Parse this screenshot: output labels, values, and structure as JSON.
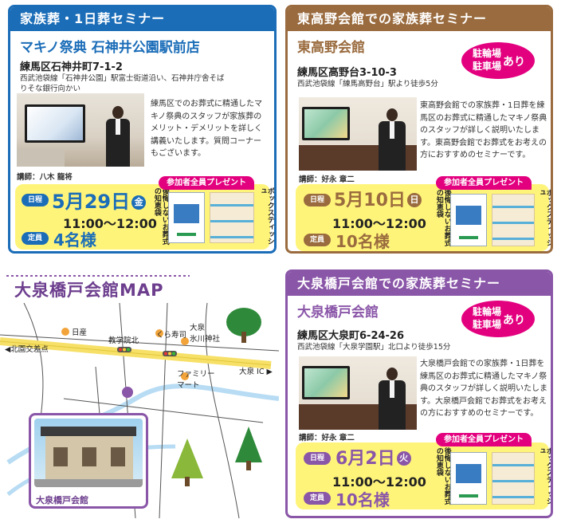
{
  "colors": {
    "blue": "#1b6db8",
    "brown": "#9a6b3e",
    "purple": "#8a56a8",
    "magenta": "#e3007f",
    "yellow": "#fff47a"
  },
  "card1": {
    "header": "家族葬・1日葬セミナー",
    "venue": "マキノ祭典 石神井公園駅前店",
    "address": "練馬区石神井町7-1-2",
    "access_line1": "西武池袋線「石神井公園」駅富士街道沿い、石神井庁舎そば",
    "access_line2": "りそな銀行向かい",
    "description": "練馬区でのお葬式に精通したマキノ祭典のスタッフが家族葬のメリット・デメリットを詳しく講義いたします。質問コーナーもございます。",
    "lecturer": "講師：八木 龍将",
    "present": "参加者全員プレゼント",
    "schedule_label": "日程",
    "date": "5月29日",
    "weekday": "金",
    "time": "11:00〜12:00",
    "capacity_label": "定員",
    "capacity": "4名様",
    "gift_label": "後悔しないお葬式の知恵袋",
    "tissue_label": "ボックスティッシュ"
  },
  "card2": {
    "header": "東高野会館での家族葬セミナー",
    "venue": "東高野会館",
    "address": "練馬区高野台3-10-3",
    "access": "西武池袋線「練馬高野台」駅より徒歩5分",
    "parking_left": "駐輪場\n駐車場",
    "parking_right": "あり",
    "description": "東高野会館での家族葬・1日葬を練馬区のお葬式に精通したマキノ祭典のスタッフが詳しく説明いたします。東高野会館でお葬式をお考えの方におすすめのセミナーです。",
    "lecturer": "講師：好永 章二",
    "present": "参加者全員プレゼント",
    "schedule_label": "日程",
    "date": "5月10日",
    "weekday": "日",
    "time": "11:00〜12:00",
    "capacity_label": "定員",
    "capacity": "10名様",
    "gift_label": "後悔しないお葬式の知恵袋",
    "tissue_label": "ボックスティッシュ"
  },
  "card3": {
    "header": "大泉橋戸会館での家族葬セミナー",
    "venue": "大泉橋戸会館",
    "address": "練馬区大泉町6-24-26",
    "access": "西武池袋線「大泉学園駅」北口より徒歩15分",
    "parking_left": "駐輪場\n駐車場",
    "parking_right": "あり",
    "description": "大泉橋戸会館での家族葬・1日葬を練馬区のお葬式に精通したマキノ祭典のスタッフが詳しく説明いたします。大泉橋戸会館でお葬式をお考えの方におすすめのセミナーです。",
    "lecturer": "講師：好永 章二",
    "present": "参加者全員プレゼント",
    "schedule_label": "日程",
    "date": "6月2日",
    "weekday": "火",
    "time": "11:00〜12:00",
    "capacity_label": "定員",
    "capacity": "10名様",
    "gift_label": "後悔しないお葬式の知恵袋",
    "tissue_label": "ボックスティッシュ"
  },
  "map": {
    "title": "大泉橋戸会館MAP",
    "labels": {
      "nissan": "日産",
      "kyogakuin": "教学院北",
      "kurazushi": "くら寿司",
      "shrine": "大泉\n氷川神社",
      "kitaen": "◀北園交差点",
      "family": "ファミリー\nマート",
      "oizumi_ic": "大泉 IC ▶"
    },
    "photo_caption": "大泉橋戸会館"
  }
}
